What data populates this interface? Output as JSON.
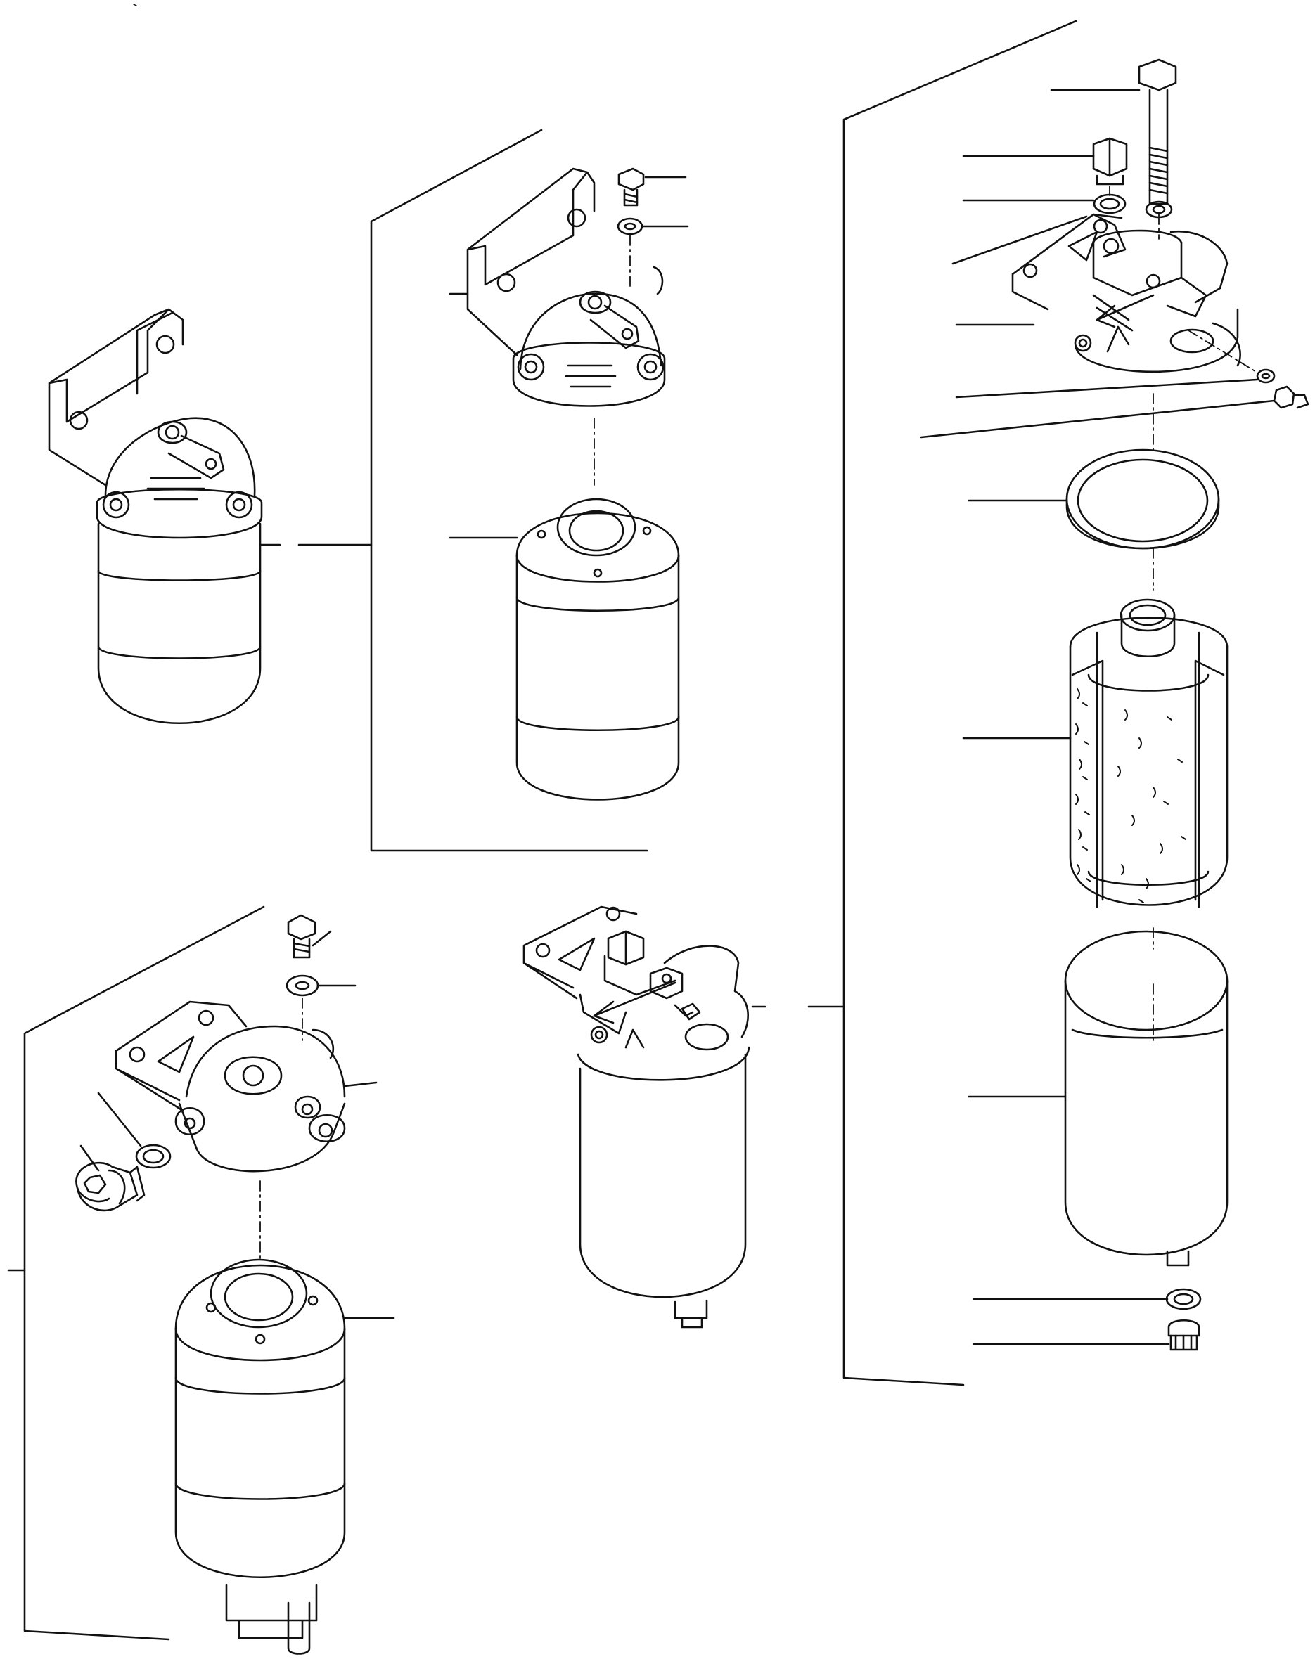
{
  "diagram": {
    "kind": "exploded parts illustration (line art, unlabeled)",
    "colors": {
      "ink": "#111111",
      "paper": "#ffffff"
    },
    "assemblies": [
      {
        "id": "filter-assembly-a",
        "parts": [
          "mounting-head",
          "filter-cartridge"
        ]
      },
      {
        "id": "exploded-group-a",
        "parts": [
          "screw",
          "washer",
          "mounting-head",
          "spin-on-cartridge"
        ]
      },
      {
        "id": "exploded-group-b",
        "parts": [
          "long-bolt",
          "hex-plug",
          "sealing-washer",
          "washer",
          "head-casting",
          "small-washer",
          "small-screw",
          "seal-ring",
          "filter-element",
          "bowl",
          "drain-washer",
          "drain-plug"
        ]
      },
      {
        "id": "exploded-group-c",
        "parts": [
          "screw",
          "washer",
          "mounting-head",
          "o-ring",
          "hex-socket-plug",
          "spin-on-cartridge"
        ]
      },
      {
        "id": "filter-assembly-b",
        "parts": [
          "head-casting",
          "bowl",
          "drain-plug"
        ]
      }
    ]
  }
}
